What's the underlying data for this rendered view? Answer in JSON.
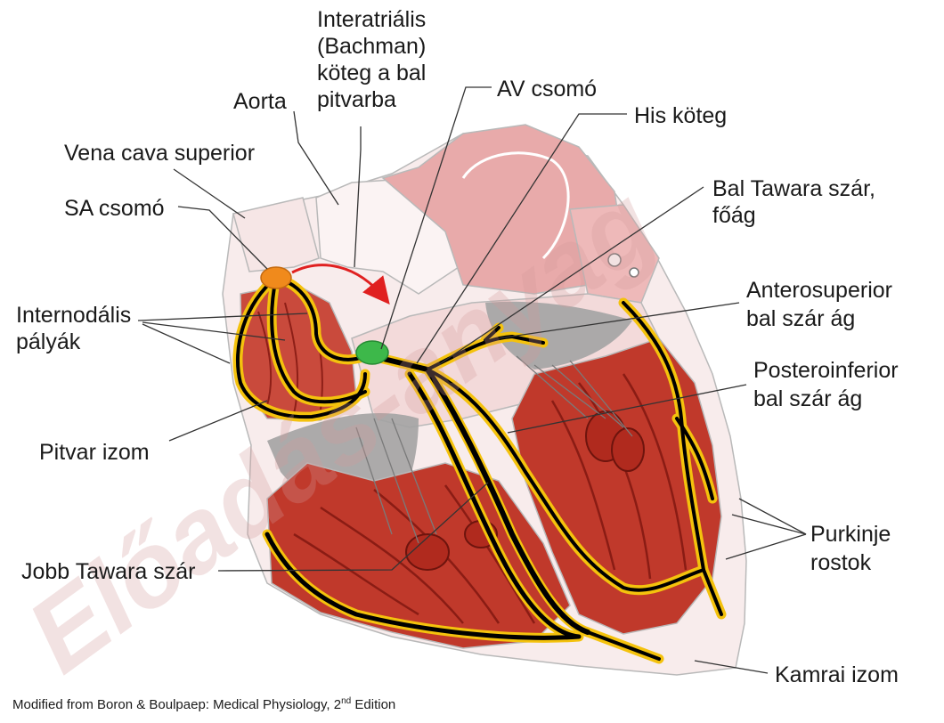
{
  "labels": {
    "interatrial": [
      "Interatriális",
      "(Bachman)",
      "köteg a bal",
      "pitvarba"
    ],
    "aorta": "Aorta",
    "vena_cava": "Vena cava superior",
    "sa_node": "SA csomó",
    "internodal": [
      "Internodális",
      "pályák"
    ],
    "av_node": "AV csomó",
    "his_bundle": "His köteg",
    "left_bundle": [
      "Bal Tawara szár,",
      "főág"
    ],
    "anterosuperior": [
      "Anterosuperior",
      "bal szár ág"
    ],
    "posteroinferior": [
      "Posteroinferior",
      "bal szár ág"
    ],
    "atrial_muscle": "Pitvar izom",
    "right_bundle": "Jobb Tawara szár",
    "purkinje": [
      "Purkinje",
      "rostok"
    ],
    "ventricular_muscle": "Kamrai izom"
  },
  "caption": {
    "main": "Modified from Boron & Boulpaep: Medical Physiology, 2",
    "sup": "nd",
    "tail": " Edition"
  },
  "watermark": "Előadás-anyag",
  "colors": {
    "conduction_fiber": "#f4c20d",
    "sa_node": "#f08a1c",
    "av_node": "#3db84a",
    "impulse_arrow": "#e02020",
    "myocardium": "#c0392b",
    "wall_pink": "#f1c6c6",
    "valve_gray": "#9e9e9e"
  }
}
